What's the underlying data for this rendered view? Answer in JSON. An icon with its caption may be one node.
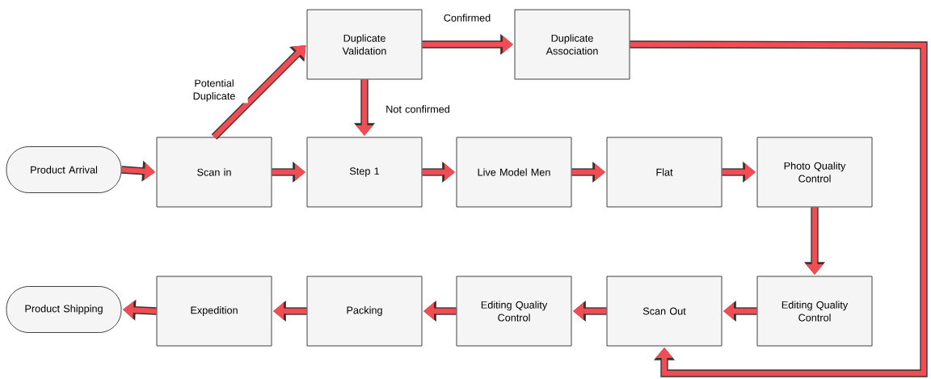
{
  "diagram": {
    "nodes": [
      {
        "text": [
          "Duplicate Validation"
        ]
      },
      {
        "text": [
          "Duplicate Association"
        ]
      },
      {
        "text": [
          "Product Arrival"
        ]
      },
      {
        "text": [
          "Scan in"
        ]
      },
      {
        "text": [
          "Step 1"
        ]
      },
      {
        "text": [
          "Live Model Men"
        ]
      },
      {
        "text": [
          "Flat"
        ]
      },
      {
        "text": [
          "Photo Quality Control"
        ]
      },
      {
        "text": [
          "Product Shipping"
        ]
      },
      {
        "text": [
          "Expedition"
        ]
      },
      {
        "text": [
          "Packing"
        ]
      },
      {
        "text": [
          "Editing Quality Control"
        ]
      },
      {
        "text": [
          "Scan Out"
        ]
      },
      {
        "text": [
          "Editing Quality Control"
        ]
      }
    ],
    "edges": [
      {
        "from": 2,
        "to": 3,
        "arrow": "to"
      },
      {
        "from": 3,
        "to": 0,
        "arrow": "to",
        "label": "Potential Duplicate"
      },
      {
        "from": 0,
        "to": 1,
        "arrow": "to",
        "label": "Confirmed"
      },
      {
        "from": 0,
        "to": 4,
        "arrow": "to",
        "label": "Not confirmed"
      },
      {
        "from": 3,
        "to": 4,
        "arrow": "to"
      },
      {
        "from": 4,
        "to": 5,
        "arrow": "to"
      },
      {
        "from": 5,
        "to": 6,
        "arrow": "to"
      },
      {
        "from": 6,
        "to": 7,
        "arrow": "to"
      },
      {
        "from": 7,
        "to": 13,
        "arrow": "to"
      },
      {
        "from": 13,
        "to": 12,
        "arrow": "to"
      },
      {
        "from": 12,
        "to": 11,
        "arrow": "to"
      },
      {
        "from": 11,
        "to": 10,
        "arrow": "to"
      },
      {
        "from": 10,
        "to": 9,
        "arrow": "to"
      },
      {
        "from": 9,
        "to": 8,
        "arrow": "to"
      },
      {
        "from": 1,
        "to": 12,
        "arrow": "to"
      }
    ]
  }
}
